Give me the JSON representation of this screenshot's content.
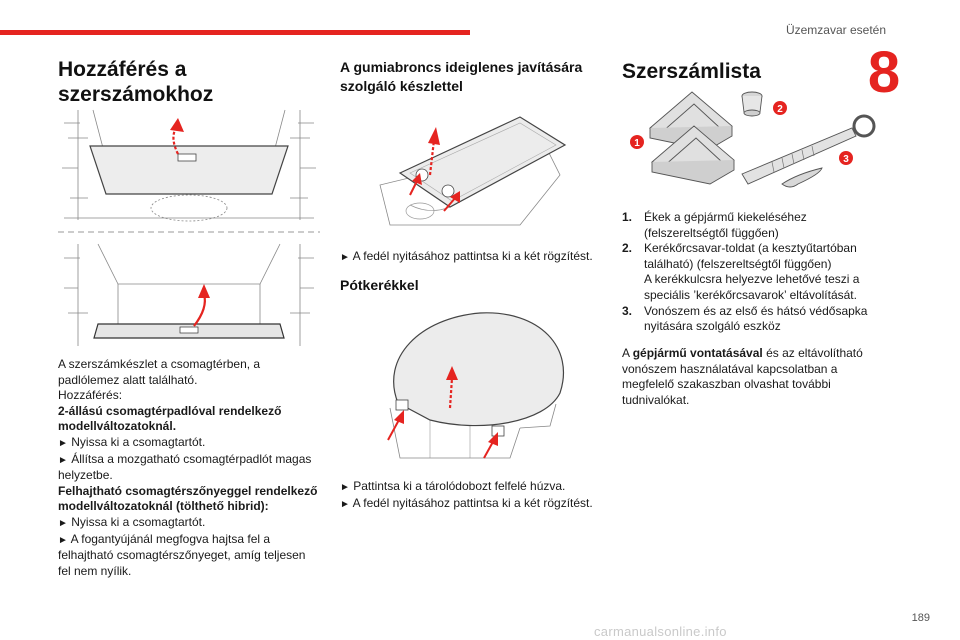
{
  "header": {
    "running_title": "Üzemzavar esetén",
    "chapter_number": "8"
  },
  "footer": {
    "page_number": "189",
    "watermark": "carmanualsonline.info"
  },
  "col1": {
    "heading_line1": "Hozzáférés a",
    "heading_line2": "szerszámokhoz",
    "intro_line1": "A szerszámkészlet a csomagtérben, a",
    "intro_line2": "padlólemez alatt található.",
    "access_label": "Hozzáférés:",
    "section1_title_line1": "2-állású csomagtérpadlóval rendelkező",
    "section1_title_line2": "modellváltozatoknál.",
    "step1": "Nyissa ki a csomagtartót.",
    "step2_line1": "Állítsa a mozgatható csomagtérpadlót magas",
    "step2_line2": "helyzetbe.",
    "section2_title_line1": "Felhajtható csomagtérszőnyeggel rendelkező",
    "section2_title_line2": "modellváltozatoknál (tölthető hibrid):",
    "step3": "Nyissa ki a csomagtartót.",
    "step4_line1": "A fogantyújánál megfogva hajtsa fel a",
    "step4_line2": "felhajtható csomagtérszőnyeget, amíg teljesen",
    "step4_line3": "fel nem nyílik."
  },
  "col2": {
    "heading1_line1": "A gumiabroncs ideiglenes javítására",
    "heading1_line2": "szolgáló készlettel",
    "step1": "A fedél nyitásához pattintsa ki a két rögzítést.",
    "heading2": "Pótkerékkel",
    "step2": "Pattintsa ki a tárolódobozt felfelé húzva.",
    "step3": "A fedél nyitásához pattintsa ki a két rögzítést."
  },
  "col3": {
    "heading": "Szerszámlista",
    "callouts": [
      "1",
      "2",
      "3"
    ],
    "items": [
      {
        "num": "1.",
        "lines": [
          "Ékek a gépjármű kiekeléséhez",
          "(felszereltségtől függően)"
        ]
      },
      {
        "num": "2.",
        "lines": [
          "Kerékőrcsavar-toldat (a kesztyűtartóban",
          "található) (felszereltségtől függően)",
          "A kerékkulcsra helyezve lehetővé teszi a",
          "speciális ’kerékőrcsavarok’ eltávolítását."
        ]
      },
      {
        "num": "3.",
        "lines": [
          "Vonószem és az első és hátsó védősapka",
          "nyitására szolgáló eszköz"
        ]
      }
    ],
    "note_pre": "A ",
    "note_bold": "gépjármű vontatásával",
    "note_line1_post": " és az eltávolítható",
    "note_line2": "vonószem használatával kapcsolatban a",
    "note_line3": "megfelelő szakaszban olvashat további",
    "note_line4": "tudnivalókat."
  },
  "bullet_glyph": "►",
  "colors": {
    "accent": "#e52420"
  }
}
